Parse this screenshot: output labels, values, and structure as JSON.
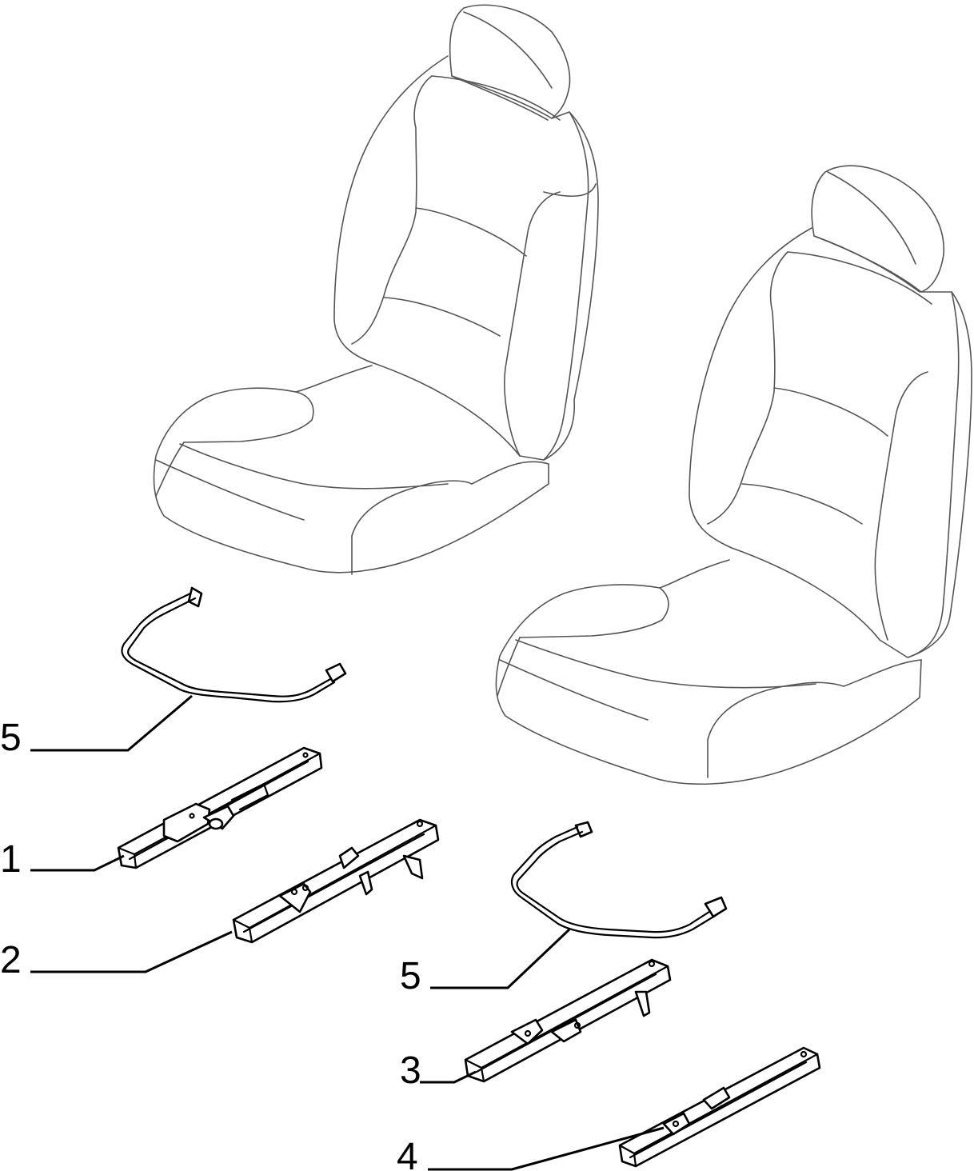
{
  "callouts": [
    {
      "id": "5a",
      "number": "5"
    },
    {
      "id": "1",
      "number": "1"
    },
    {
      "id": "2",
      "number": "2"
    },
    {
      "id": "5b",
      "number": "5"
    },
    {
      "id": "3",
      "number": "3"
    },
    {
      "id": "4",
      "number": "4"
    }
  ],
  "colors": {
    "seat_outline": "#555555",
    "part_outline": "#000000",
    "background": "#ffffff"
  }
}
